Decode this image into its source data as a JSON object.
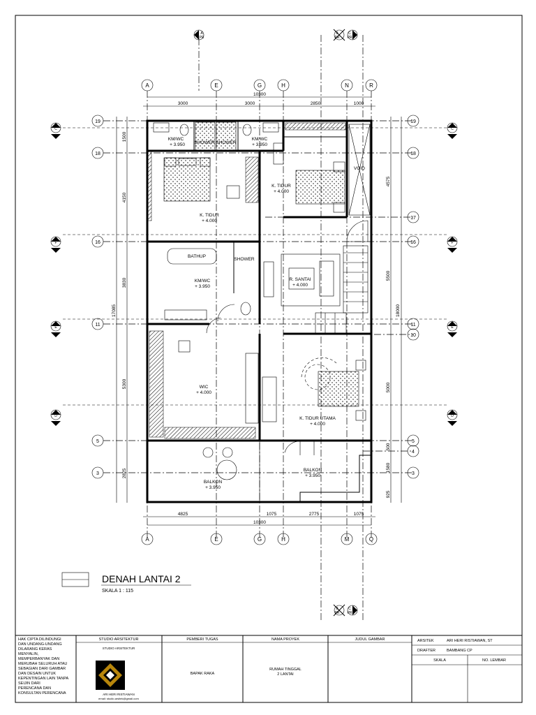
{
  "drawing": {
    "title": "DENAH LANTAI 2",
    "scale": "SKALA 1 : 115"
  },
  "grid": {
    "top": [
      "A",
      "E",
      "G",
      "H",
      "N",
      "R"
    ],
    "bottom": [
      "A",
      "E",
      "G",
      "H",
      "M",
      "Q"
    ],
    "left": [
      "19",
      "18",
      "16",
      "11",
      "5",
      "3"
    ],
    "right": [
      "19",
      "18",
      "17",
      "16",
      "11",
      "10",
      "5",
      "4",
      "3"
    ]
  },
  "sections": {
    "top": [
      {
        "label": "A",
        "sheet": "PR"
      },
      {
        "label": "B",
        "sheet": "PR"
      },
      {
        "label": "C",
        "sheet": "PR"
      }
    ],
    "side": [
      {
        "label": "C",
        "sheet": "PR"
      },
      {
        "label": "F",
        "sheet": "PR"
      },
      {
        "label": "E",
        "sheet": "PR"
      },
      {
        "label": "D",
        "sheet": "PR"
      }
    ]
  },
  "dimensions": {
    "top_total": "10300",
    "top": [
      "3000",
      "3000",
      "2850",
      "1000"
    ],
    "bottom_total": "10300",
    "bottom": [
      "4825",
      "1075",
      "2775",
      "1075"
    ],
    "left_total": "17085",
    "left": [
      "1500",
      "4150",
      "3830",
      "5300",
      "2825"
    ],
    "right_total": "18000",
    "right": [
      "4575",
      "5500",
      "5000",
      "500",
      "1580",
      "925"
    ]
  },
  "rooms": [
    {
      "name": "KM/WC",
      "level": "+ 3.950"
    },
    {
      "name": "SHOWER",
      "level": ""
    },
    {
      "name": "SHOWER",
      "level": ""
    },
    {
      "name": "KM/WC",
      "level": "+ 3.950"
    },
    {
      "name": "K. TIDUR",
      "level": "+ 4.000"
    },
    {
      "name": "K. TIDUR",
      "level": "+ 4.000"
    },
    {
      "name": "VOID",
      "level": ""
    },
    {
      "name": "BATHUP",
      "level": ""
    },
    {
      "name": "SHOWER",
      "level": ""
    },
    {
      "name": "KM/WC",
      "level": "+ 3.950"
    },
    {
      "name": "R. SANTAI",
      "level": "+ 4.000"
    },
    {
      "name": "WIC",
      "level": "+ 4.000"
    },
    {
      "name": "K. TIDUR UTAMA",
      "level": "+ 4.000"
    },
    {
      "name": "BALKON",
      "level": "+ 3.950"
    },
    {
      "name": "BALKON",
      "level": "+ 3.950"
    }
  ],
  "title_block": {
    "copyright": [
      "HAK CIPTA DILINDUNGI",
      "DAN UNDANG-UNDANG",
      "DILARANG KERAS",
      "MENYALIN,",
      "MEMPERBANYAK DAN",
      "MERUBAH SELURUH ATAU",
      "SEBAGIAN DARI GAMBAR",
      "DAN DESAIN UNTUK",
      "KEPENTINGAN LAIN TANPA",
      "SEIJIN DARI",
      "PERENCANA DAN",
      "KONSULTAN PERENCANA"
    ],
    "studio_header": "STUDIO ARSITEKTUR",
    "studio_name": "STUDIO ARSITEKTUR",
    "studio_sub": "ARI HERI RISTIAWAN",
    "studio_contact": "email: studio.arsitek@gmail.com",
    "client_header": "PEMBERI TUGAS",
    "client": "BAPAK RAKA",
    "project_header": "NAMA PROYEK",
    "project": [
      "RUMAH TINGGAL",
      "2 LANTAI"
    ],
    "drawing_header": "JUDUL GAMBAR",
    "architect_label": "ARSITEK",
    "architect": "ARI HERI RISTIAWAN, ST",
    "drafter_label": "DRAFTER",
    "drafter": "BAMBANG CP",
    "scale_label": "SKALA",
    "sheet_label": "NO. LEMBAR"
  },
  "colors": {
    "ink": "#000000",
    "paper": "#ffffff",
    "logo": "#b8860b"
  }
}
